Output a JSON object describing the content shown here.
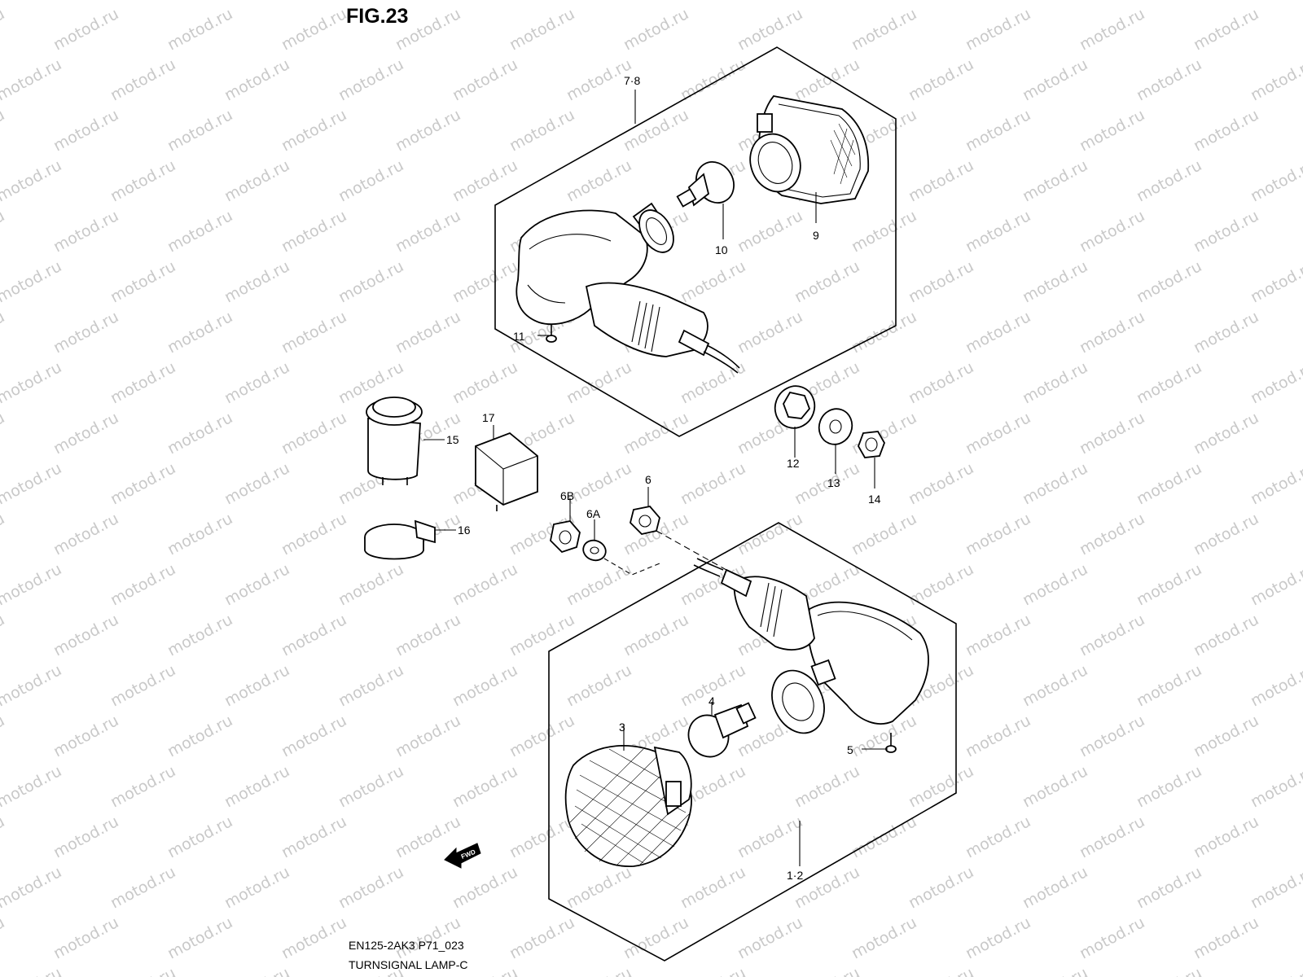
{
  "figure": {
    "title": "FIG.23"
  },
  "watermark": "motod.ru",
  "callouts": {
    "c78": "7·8",
    "c9": "9",
    "c10": "10",
    "c11": "11",
    "c15": "15",
    "c17": "17",
    "c12": "12",
    "c13": "13",
    "c14": "14",
    "c6": "6",
    "c6b": "6B",
    "c6a": "6A",
    "c16": "16",
    "c4": "4",
    "c3": "3",
    "c5": "5",
    "c12b": "1·2"
  },
  "fwd_label": "FWD",
  "footer": {
    "code": "EN125-2AK3 P71_023",
    "caption": "TURNSIGNAL LAMP-C"
  }
}
